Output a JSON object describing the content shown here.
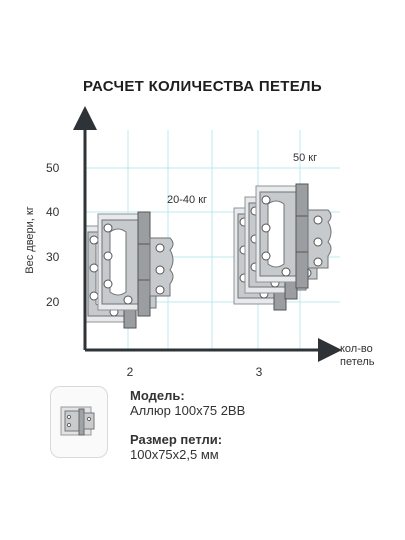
{
  "title": "РАСЧЕТ КОЛИЧЕСТВА ПЕТЕЛЬ",
  "chart_data": {
    "type": "scatter",
    "ylabel": "Вес двери, кг",
    "xlabel": "кол-во петель",
    "y_ticks": [
      "50",
      "40",
      "30",
      "20"
    ],
    "x_ticks": [
      "2",
      "3"
    ],
    "annotations": [
      "20-40 кг",
      "50 кг"
    ],
    "points": [
      {
        "x": 2,
        "y_range": [
          20,
          40
        ],
        "label": "20-40 кг"
      },
      {
        "x": 3,
        "y_range": [
          50,
          50
        ],
        "label": "50 кг"
      }
    ]
  },
  "colors": {
    "grid": "#bfe8ef",
    "axis": "#2e3338",
    "hinge": "#b3b6b9",
    "plate": "#e7e9ea"
  },
  "product": {
    "model_label": "Модель:",
    "model_value": "Аллюр 100х75 2BB",
    "size_label": "Размер петли:",
    "size_value": "100х75х2,5 мм"
  }
}
